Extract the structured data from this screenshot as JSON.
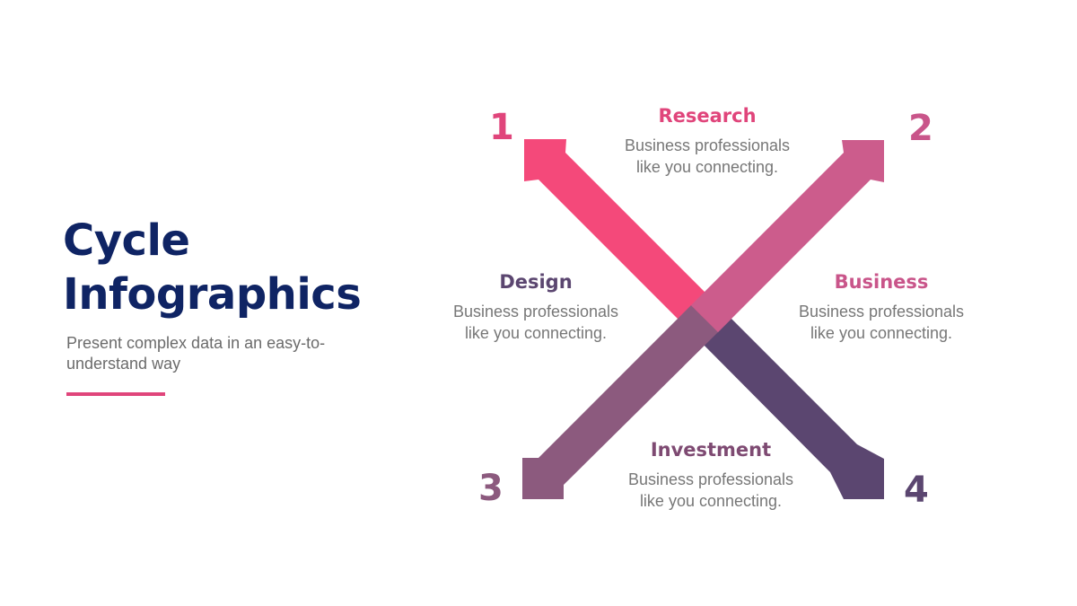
{
  "slide": {
    "title_line1": "Cycle",
    "title_line2": "Infographics",
    "subtitle": "Present complex data in an easy-to-understand way",
    "accent_color": "#E0457B",
    "title_color": "#0F2464"
  },
  "steps": [
    {
      "number": "1",
      "heading": "Research",
      "description": "Business professionals like you connecting.",
      "color": "#F4497A",
      "direction": "up-left"
    },
    {
      "number": "2",
      "heading": "Business",
      "description": "Business professionals like you connecting.",
      "color": "#CC5C8C",
      "direction": "up-right"
    },
    {
      "number": "3",
      "heading": "Design",
      "description": "Business professionals like you connecting.",
      "color": "#8C5A7E",
      "direction": "down-left"
    },
    {
      "number": "4",
      "heading": "Investment",
      "description": "Business professionals like you connecting.",
      "color": "#5B4670",
      "direction": "down-right"
    }
  ],
  "heading_colors": {
    "research": "#E0457B",
    "business": "#C9558A",
    "design": "#5B4670",
    "investment": "#7E4A72"
  }
}
